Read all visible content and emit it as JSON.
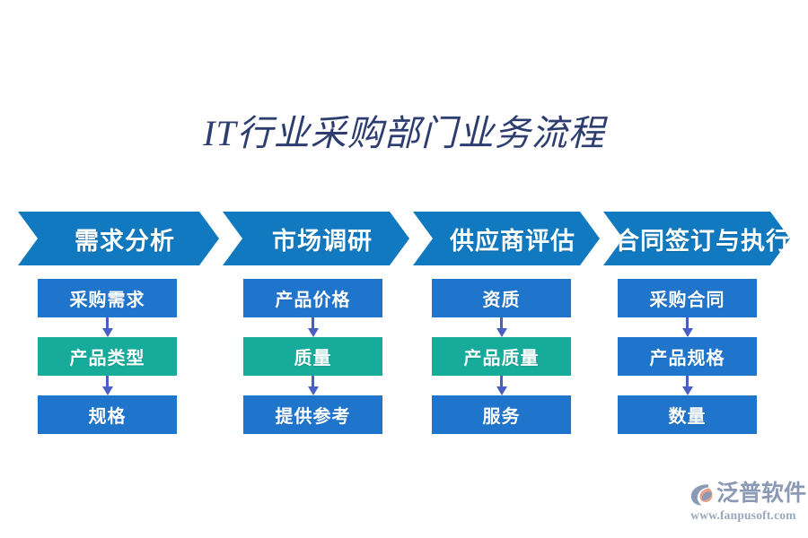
{
  "page": {
    "background_color": "#ffffff",
    "title": "IT行业采购部门业务流程",
    "title_color": "#2d3d70"
  },
  "colors": {
    "chevron_blue": "#1179bf",
    "box_blue": "#1f74cc",
    "box_teal": "#16ab9b",
    "arrow_purple": "#4a5fc4",
    "logo_gray_blue": "#8a9ab5",
    "logo_salmon": "#e8a08a"
  },
  "phases": [
    {
      "label": "需求分析",
      "steps": [
        {
          "label": "采购需求",
          "color": "blue"
        },
        {
          "label": "产品类型",
          "color": "teal"
        },
        {
          "label": "规格",
          "color": "blue"
        }
      ]
    },
    {
      "label": "市场调研",
      "steps": [
        {
          "label": "产品价格",
          "color": "blue"
        },
        {
          "label": "质量",
          "color": "teal"
        },
        {
          "label": "提供参考",
          "color": "blue"
        }
      ]
    },
    {
      "label": "供应商评估",
      "steps": [
        {
          "label": "资质",
          "color": "blue"
        },
        {
          "label": "产品质量",
          "color": "teal"
        },
        {
          "label": "服务",
          "color": "blue"
        }
      ]
    },
    {
      "label": "合同签订与执行",
      "steps": [
        {
          "label": "采购合同",
          "color": "blue"
        },
        {
          "label": "产品规格",
          "color": "blue"
        },
        {
          "label": "数量",
          "color": "blue"
        }
      ]
    }
  ],
  "logo": {
    "icon": "fanpu-swoosh-logo-icon",
    "brand": "泛普软件",
    "url": "www.fanpusoft.com"
  }
}
